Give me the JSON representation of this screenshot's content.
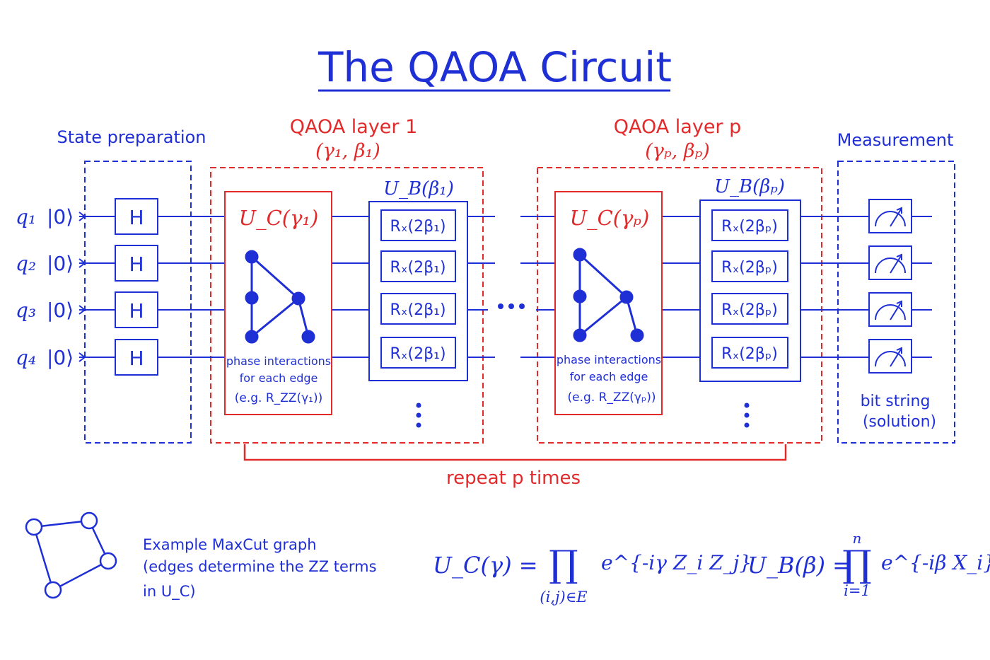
{
  "title": "The QAOA Circuit",
  "colors": {
    "ink_blue": "#1f2fd6",
    "ink_red": "#e22a2a",
    "background": "#ffffff"
  },
  "sections": {
    "state_prep": {
      "label": "State preparation"
    },
    "layer1": {
      "label": "QAOA layer 1",
      "params": "(γ₁, β₁)"
    },
    "layerp": {
      "label": "QAOA layer p",
      "params": "(γₚ, βₚ)"
    },
    "measurement": {
      "label": "Measurement",
      "note_line1": "bit string",
      "note_line2": "(solution)"
    }
  },
  "qubits": [
    {
      "label": "q₁",
      "ket": "|0⟩"
    },
    {
      "label": "q₂",
      "ket": "|0⟩"
    },
    {
      "label": "q₃",
      "ket": "|0⟩"
    },
    {
      "label": "q₄",
      "ket": "|0⟩"
    }
  ],
  "hadamard_label": "H",
  "layer1": {
    "uc_label": "U_C(γ₁)",
    "ub_label": "U_B(β₁)",
    "rx_labels": [
      "Rₓ(2β₁)",
      "Rₓ(2β₁)",
      "Rₓ(2β₁)",
      "Rₓ(2β₁)"
    ],
    "phase_line1": "phase interactions",
    "phase_line2": "for each edge",
    "phase_line3": "(e.g. R_ZZ(γ₁))"
  },
  "layerp": {
    "uc_label": "U_C(γₚ)",
    "ub_label": "U_B(βₚ)",
    "rx_labels": [
      "Rₓ(2βₚ)",
      "Rₓ(2βₚ)",
      "Rₓ(2βₚ)",
      "Rₓ(2βₚ)"
    ],
    "phase_line1": "phase interactions",
    "phase_line2": "for each edge",
    "phase_line3": "(e.g. R_ZZ(γₚ))"
  },
  "middle_ellipsis": "•••",
  "vertical_ellipsis": "⋮",
  "repeat_label": "repeat p times",
  "example": {
    "line1": "Example MaxCut graph",
    "line2": "(edges determine the ZZ terms",
    "line3": "in U_C)"
  },
  "equations": {
    "uc": {
      "lhs": "U_C(γ) =",
      "product": "∏",
      "subscript": "(i,j)∈E",
      "term": "e^{-iγ Z_i Z_j}"
    },
    "ub": {
      "lhs": "U_B(β) =",
      "product": "∏",
      "superscript": "n",
      "subscript": "i=1",
      "term": "e^{-iβ X_i}"
    }
  }
}
